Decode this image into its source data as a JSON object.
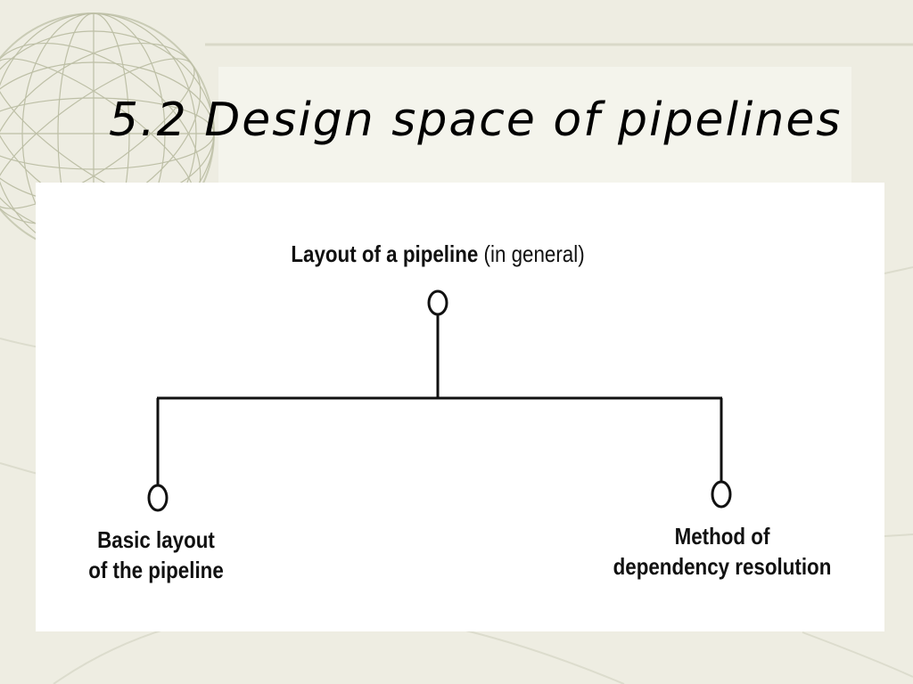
{
  "slide": {
    "title": "5.2 Design space of pipelines"
  },
  "diagram": {
    "root": {
      "bold_text": "Layout of a pipeline",
      "normal_text": " (in general)"
    },
    "children": [
      {
        "line1": "Basic layout",
        "line2": "of the pipeline"
      },
      {
        "line1": "Method of",
        "line2": "dependency resolution"
      }
    ]
  },
  "colors": {
    "background": "#eeede2",
    "panel": "#ffffff",
    "ink": "#111111"
  }
}
